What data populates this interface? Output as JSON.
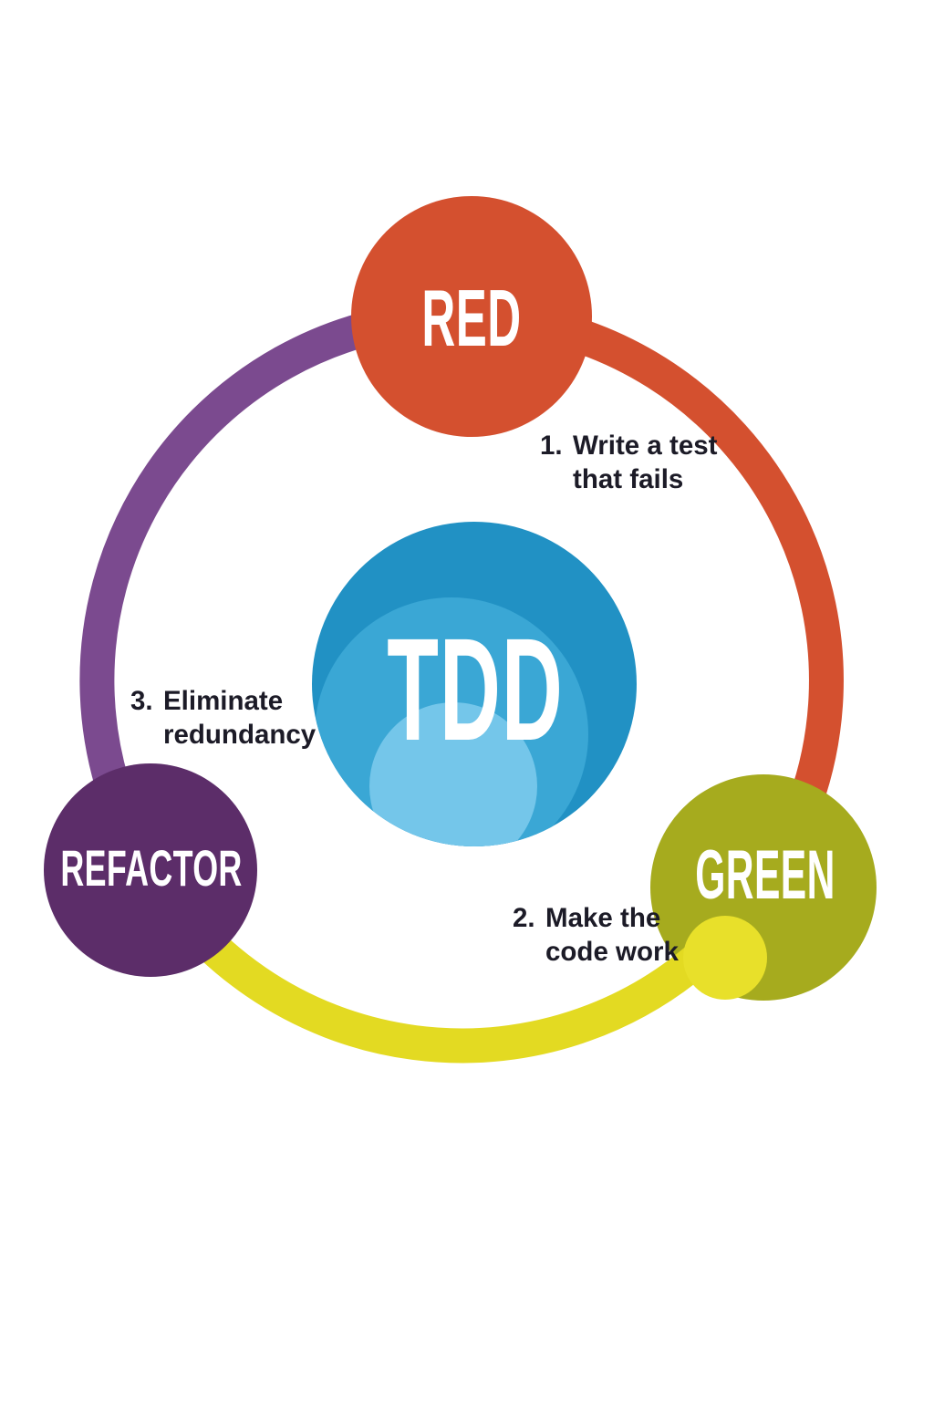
{
  "diagram": {
    "center": {
      "label": "TDD"
    },
    "nodes": [
      {
        "id": "red",
        "label": "RED"
      },
      {
        "id": "green",
        "label": "GREEN"
      },
      {
        "id": "refactor",
        "label": "REFACTOR"
      }
    ],
    "steps": [
      {
        "num": "1.",
        "line1": "Write a test",
        "line2": "that fails"
      },
      {
        "num": "2.",
        "line1": "Make the",
        "line2": "code work"
      },
      {
        "num": "3.",
        "line1": "Eliminate",
        "line2": "redundancy"
      }
    ],
    "colors": {
      "red_node": "#d4502f",
      "red_arc": "#d4502f",
      "green_node": "#a6ab1e",
      "yellow_arc": "#e3da22",
      "yellow_cap": "#e8e02a",
      "purple_node": "#5c2d69",
      "purple_arc": "#7b4a8f",
      "blue_main": "#2191c4",
      "blue_mid": "#3aa7d5",
      "blue_light": "#74c6ea",
      "label_text": "#ffffff",
      "note_text": "#1c1b27",
      "background": "#ffffff"
    }
  }
}
